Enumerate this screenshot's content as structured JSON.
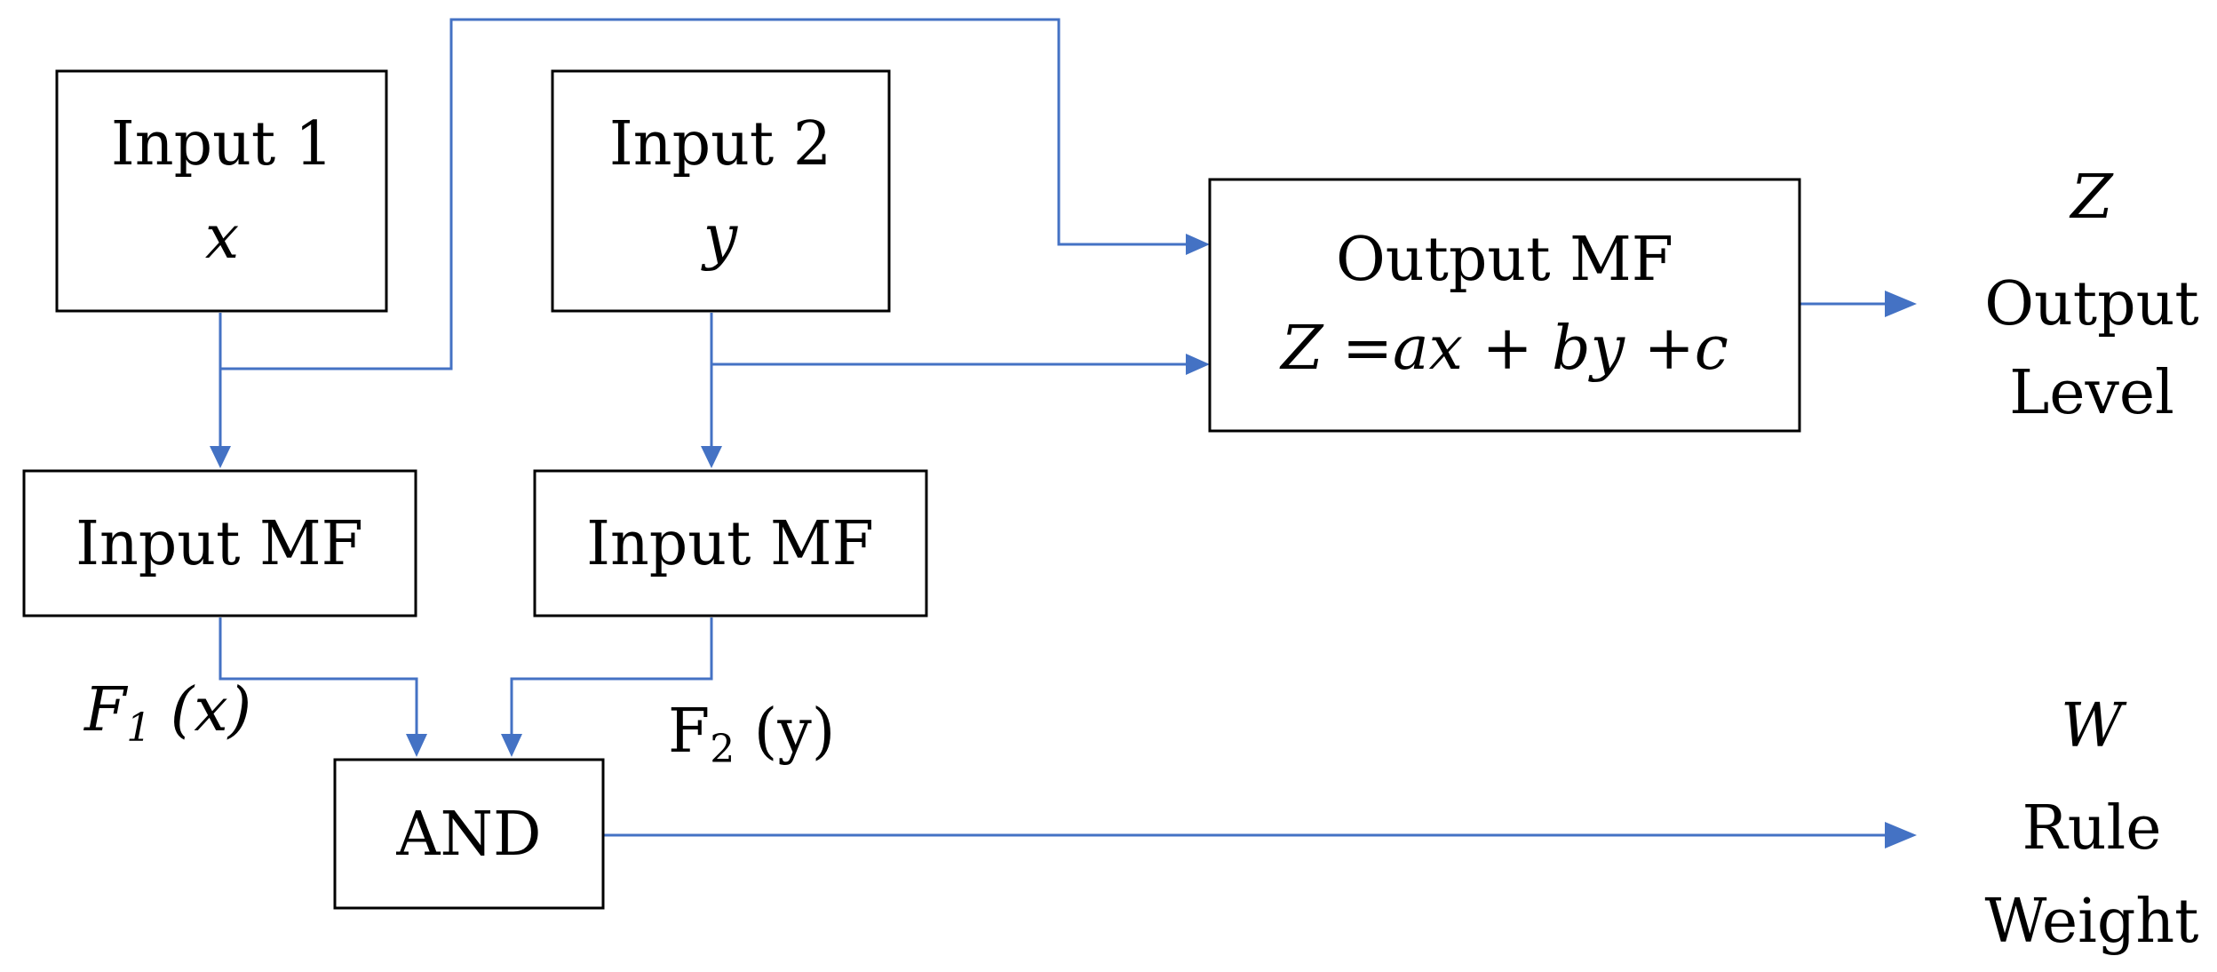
{
  "colors": {
    "connector": "#4472c4",
    "box_border": "#000000",
    "text": "#000000",
    "background": "#ffffff"
  },
  "input1": {
    "title": "Input 1",
    "variable": "x"
  },
  "input2": {
    "title": "Input 2",
    "variable": "y"
  },
  "input_mf_1": {
    "label": "Input MF"
  },
  "input_mf_2": {
    "label": "Input MF"
  },
  "output_mf": {
    "title": "Output MF",
    "formula": "Z =ax + by +c"
  },
  "and_gate": {
    "label": "AND"
  },
  "f1_label": {
    "symbol": "F",
    "subscript": "1",
    "argument": " (x)"
  },
  "f2_label": {
    "symbol": "F",
    "subscript": "2",
    "argument": " (y)"
  },
  "output_z": {
    "symbol": "Z",
    "line1": "Output",
    "line2": "Level"
  },
  "output_w": {
    "symbol": "W",
    "line1": "Rule",
    "line2": "Weight"
  }
}
